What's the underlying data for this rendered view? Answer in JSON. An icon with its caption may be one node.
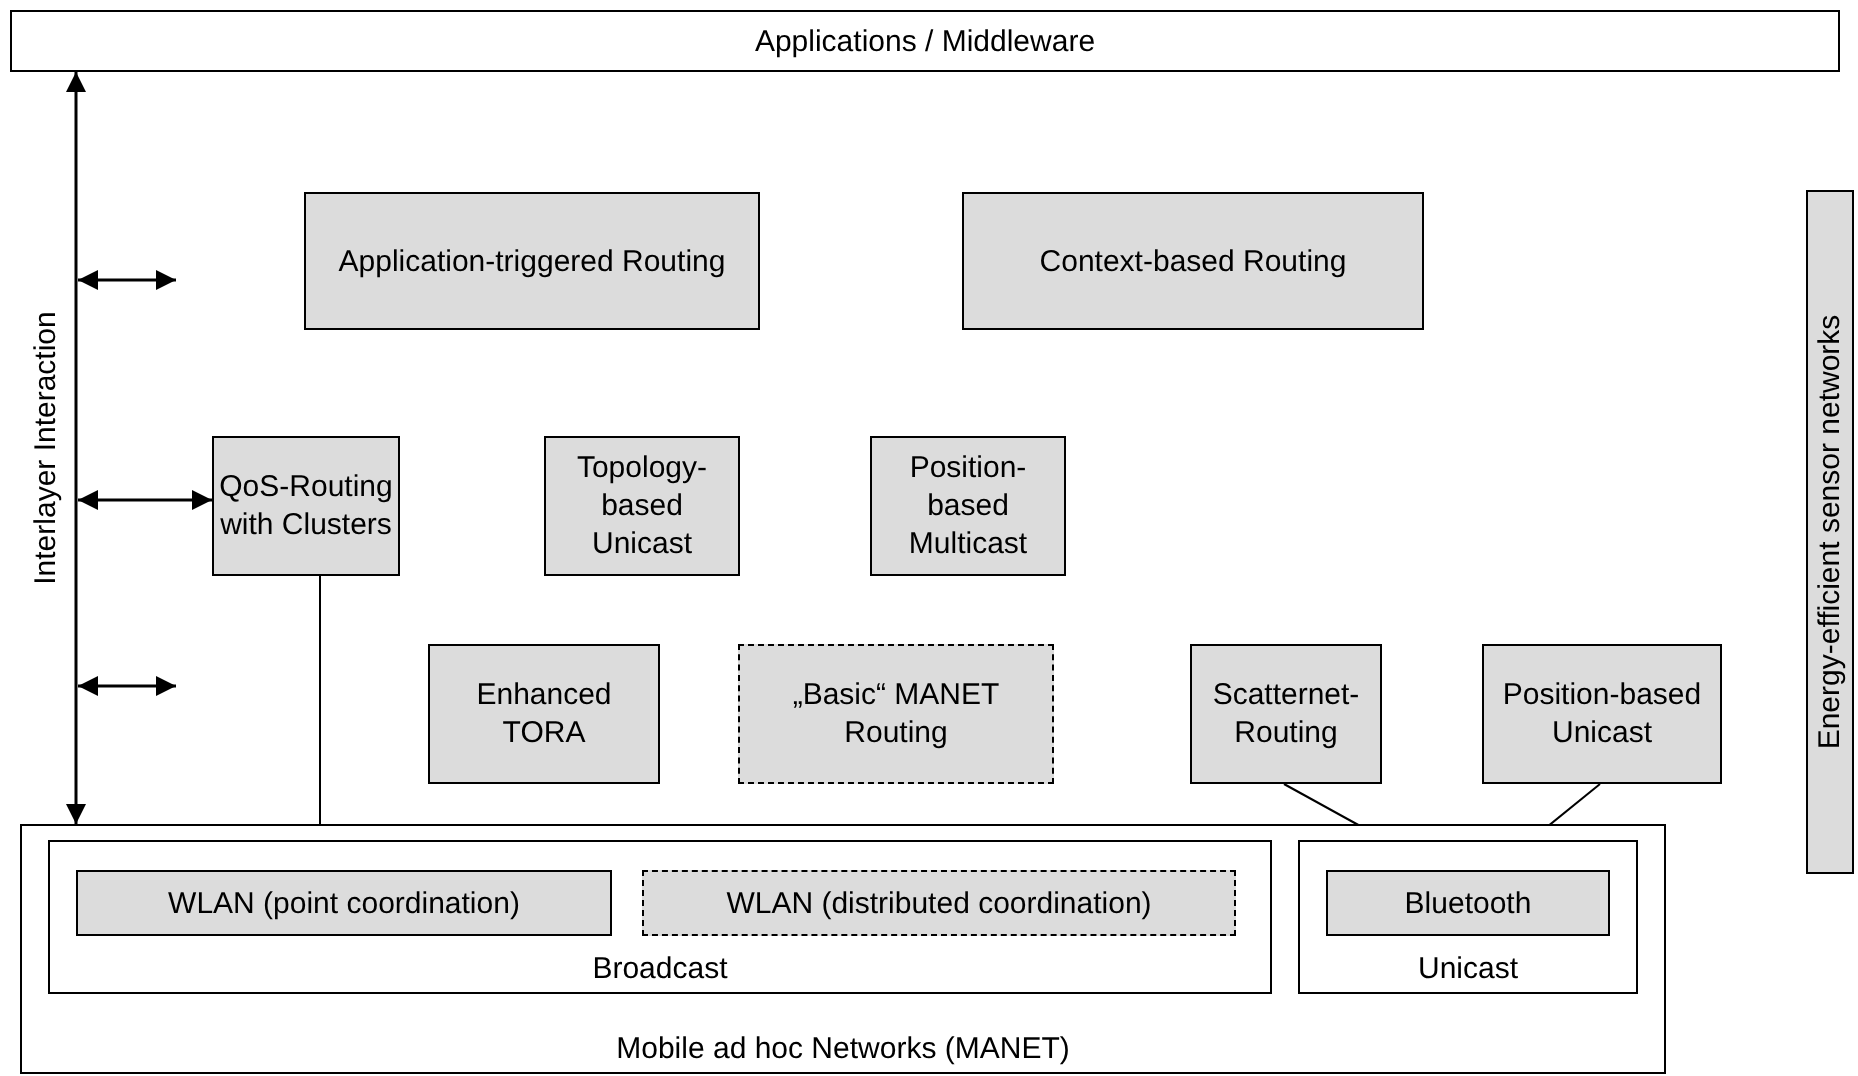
{
  "diagram": {
    "nodes": [
      {
        "text": [
          "Applications / Middleware"
        ]
      },
      {
        "text": [
          "Application-triggered Routing"
        ]
      },
      {
        "text": [
          "Context-based Routing"
        ]
      },
      {
        "text": [
          "QoS-Routing with Clusters"
        ]
      },
      {
        "text": [
          "Topology-based Unicast"
        ]
      },
      {
        "text": [
          "Position-based Multicast"
        ]
      },
      {
        "text": [
          "Enhanced TORA"
        ]
      },
      {
        "text": [
          "„Basic“ MANET Routing"
        ]
      },
      {
        "text": [
          "Scatternet-Routing"
        ]
      },
      {
        "text": [
          "Position-based Unicast"
        ]
      },
      {
        "text": [
          "Mobile ad hoc Networks (MANET)"
        ]
      },
      {
        "text": [
          "Broadcast"
        ],
        "in": 10
      },
      {
        "text": [
          "WLAN (point coordination)"
        ],
        "in": 11
      },
      {
        "text": [
          "WLAN (distributed coordination)"
        ],
        "in": 11
      },
      {
        "text": [
          "Unicast"
        ],
        "in": 10
      },
      {
        "text": [
          "Bluetooth"
        ],
        "in": 14
      },
      {
        "text": [
          "Energy-efficient sensor networks"
        ]
      }
    ],
    "edges": [
      {
        "from": 0,
        "to": 10,
        "arrow": "both",
        "label": "Interlayer Interaction"
      },
      {
        "from": 3,
        "to": 12,
        "arrow": "none"
      },
      {
        "from": 8,
        "to": 15,
        "arrow": "none"
      },
      {
        "from": 9,
        "to": 15,
        "arrow": "none"
      },
      {
        "from": null,
        "to": 3,
        "arrow": "both"
      }
    ]
  }
}
